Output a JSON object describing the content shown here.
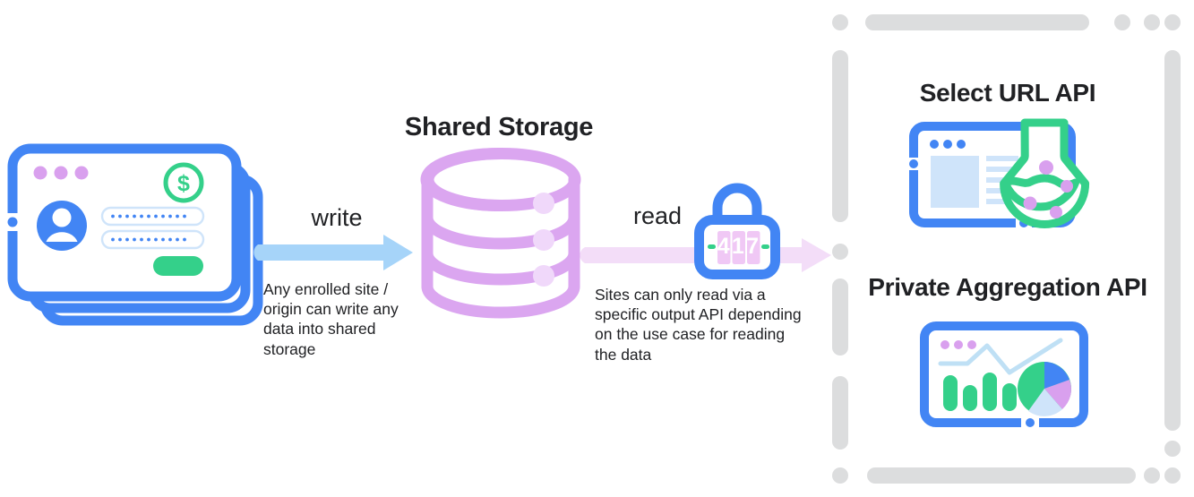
{
  "diagram": {
    "title_shared_storage": "Shared Storage",
    "write_label": "write",
    "write_description": "Any enrolled site / origin can write any data into shared storage",
    "read_label": "read",
    "read_description": "Sites can only read via a specific output API depending on the use case for reading the data",
    "lock_combination": "417"
  },
  "output_apis": {
    "items": [
      {
        "label": "Select URL API",
        "icon": "browser-flask-icon"
      },
      {
        "label": "Private Aggregation API",
        "icon": "browser-chart-icon"
      }
    ]
  },
  "colors": {
    "blue": "#4285F4",
    "light_blue_arrow": "#A6D4F9",
    "purple": "#DBA6F0",
    "light_purple_arrow": "#F3DDF8",
    "green": "#34D08A",
    "dot_purple": "#D9A0EE",
    "border_gray": "#DADCE0",
    "text": "#202124",
    "pale_blue": "#CFE4FA"
  }
}
